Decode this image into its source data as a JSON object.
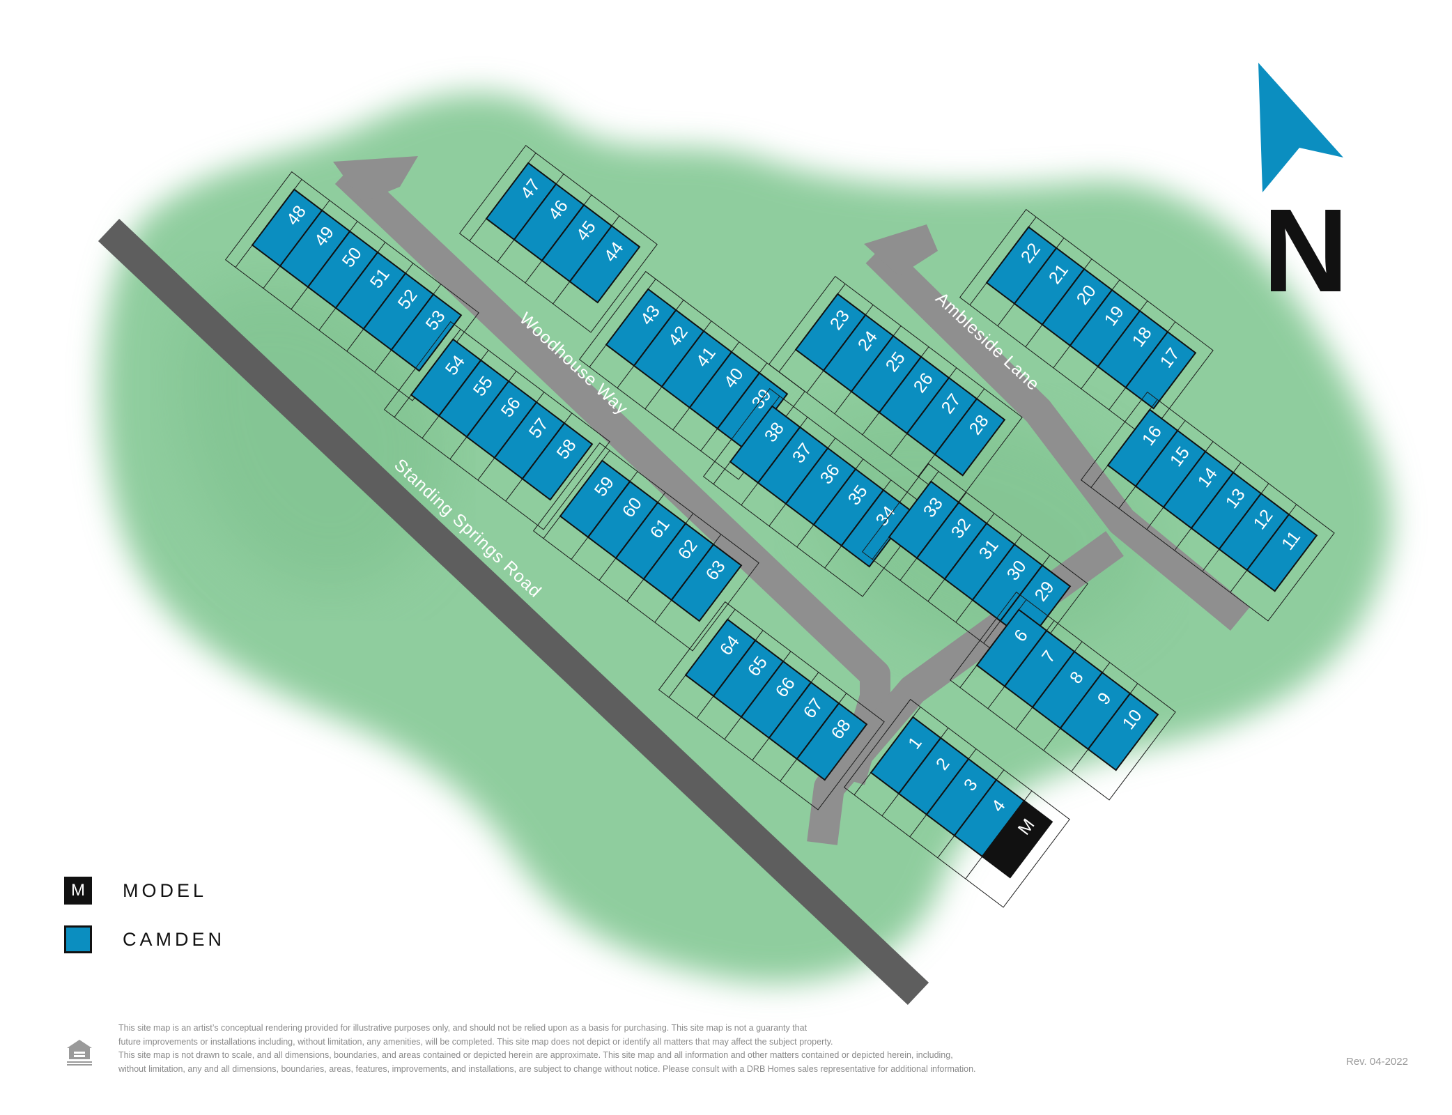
{
  "map": {
    "north_label": "N",
    "colors": {
      "land": "#8fcd9e",
      "road_main": "#5e5e5e",
      "road_local": "#8f8f8f",
      "lot_camden": "#0b8ec0",
      "lot_model": "#111111"
    },
    "roads": {
      "standing_springs": "Standing Springs Road",
      "woodhouse": "Woodhouse Way",
      "ambleside": "Ambleside Lane"
    },
    "lot_groups": [
      {
        "lots": [
          "48",
          "49",
          "50",
          "51",
          "52",
          "53"
        ]
      },
      {
        "lots": [
          "47",
          "46",
          "45",
          "44"
        ]
      },
      {
        "lots": [
          "54",
          "55",
          "56",
          "57",
          "58"
        ]
      },
      {
        "lots": [
          "43",
          "42",
          "41",
          "40",
          "39"
        ]
      },
      {
        "lots": [
          "23",
          "24",
          "25",
          "26",
          "27",
          "28"
        ]
      },
      {
        "lots": [
          "22",
          "21",
          "20",
          "19",
          "18",
          "17"
        ]
      },
      {
        "lots": [
          "59",
          "60",
          "61",
          "62",
          "63"
        ]
      },
      {
        "lots": [
          "38",
          "37",
          "36",
          "35",
          "34"
        ]
      },
      {
        "lots": [
          "16",
          "15",
          "14",
          "13",
          "12",
          "11"
        ]
      },
      {
        "lots": [
          "64",
          "65",
          "66",
          "67",
          "68"
        ]
      },
      {
        "lots": [
          "33",
          "32",
          "31",
          "30",
          "29"
        ]
      },
      {
        "lots": [
          "6",
          "7",
          "8",
          "9",
          "10"
        ]
      },
      {
        "lots": [
          "1",
          "2",
          "3",
          "4"
        ],
        "model": "M"
      }
    ]
  },
  "legend": [
    {
      "swatch": "M",
      "label": "MODEL",
      "color": "#111111"
    },
    {
      "swatch": "",
      "label": "CAMDEN",
      "color": "#0b8ec0"
    }
  ],
  "disclaimer": [
    "This site map is an artist’s conceptual rendering provided for illustrative purposes only, and should not be relied upon as a basis for purchasing. This site map is not a guaranty that",
    "future improvements or installations including, without limitation, any amenities, will be completed. This site map does not depict or identify all matters that may affect the subject property.",
    "This site map is not drawn to scale, and all dimensions, boundaries, and areas contained or depicted herein are approximate. This site map and all information and other matters contained or depicted herein, including,",
    "without limitation, any and all dimensions, boundaries, areas, features, improvements, and installations, are subject to change without notice. Please consult with a DRB Homes sales representative for additional information."
  ],
  "revision": "Rev. 04-2022"
}
